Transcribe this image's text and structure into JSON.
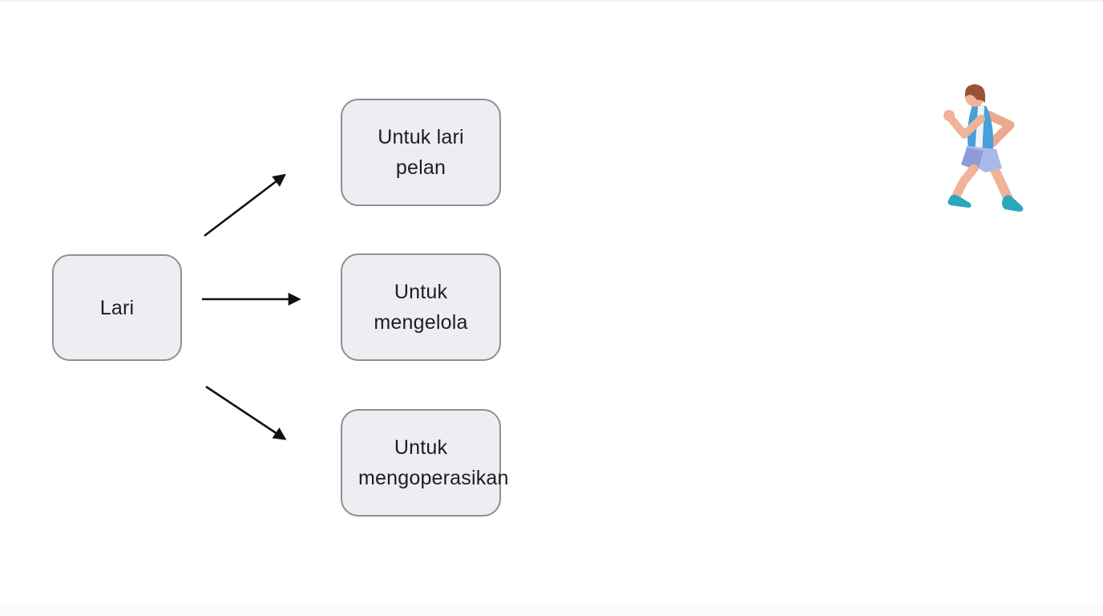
{
  "diagram": {
    "root_label": "Lari",
    "branches": [
      "Untuk lari pelan",
      "Untuk mengelola",
      "Untuk mengoperasikan"
    ],
    "arrow_count": "3",
    "colors": {
      "node_fill": "#EEEDF2",
      "node_border": "#8F8F94",
      "node_text": "#1D1D1F",
      "arrow": "#111111",
      "background": "#FFFFFF"
    },
    "illustration": {
      "name": "runner-illustration",
      "palette": {
        "skin": "#F0B299",
        "hair": "#9B5138",
        "tank_top": "#47A0D9",
        "tank_stripe": "#EDF5FB",
        "shorts": "#ABB9E6",
        "shorts_shade": "#8C9BD9",
        "shoes": "#2BA7BD"
      }
    }
  }
}
